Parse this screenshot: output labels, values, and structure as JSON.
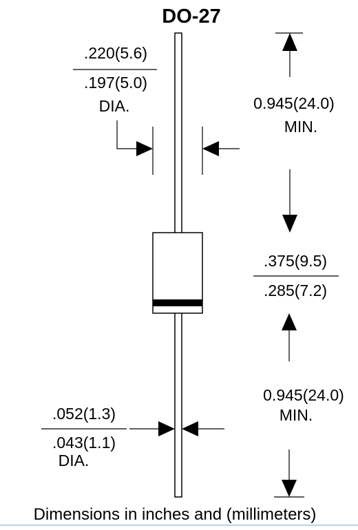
{
  "title": "DO-27",
  "body_diameter": {
    "max": ".220(5.6)",
    "min": ".197(5.0)",
    "suffix": "DIA."
  },
  "top_lead_length": {
    "value": "0.945(24.0)",
    "suffix": "MIN."
  },
  "body_length": {
    "max": ".375(9.5)",
    "min": ".285(7.2)"
  },
  "bottom_lead_length": {
    "value": "0.945(24.0)",
    "suffix": "MIN."
  },
  "lead_diameter": {
    "max": ".052(1.3)",
    "min": ".043(1.1)",
    "suffix": "DIA."
  },
  "footer": "Dimensions in inches and (millimeters)",
  "colors": {
    "ink": "#000000",
    "background": "#ffffff"
  }
}
